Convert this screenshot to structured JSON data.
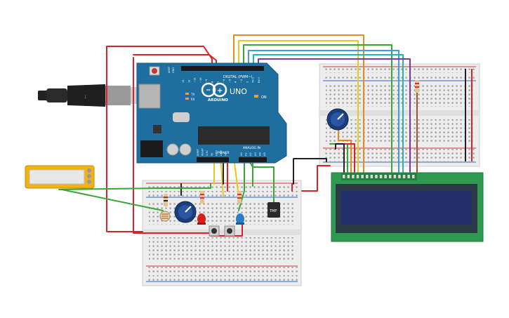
{
  "arduino": {
    "brand": "ARDUINO",
    "model": "UNO",
    "digital_label": "DIGITAL (PWM~)",
    "power_label": "POWER",
    "analog_label": "ANALOG IN",
    "on_label": "ON",
    "tx_label": "TX",
    "rx_label": "RX",
    "aref": "AREF",
    "gnd": "GND",
    "digital_pins": [
      "13",
      "12",
      "~11",
      "~10",
      "~9",
      "8",
      "7",
      "~6",
      "~5",
      "4",
      "~3",
      "2",
      "TX 1",
      "RX 0"
    ],
    "power_pins": [
      "IOREF",
      "RESET",
      "3.3V",
      "5V",
      "GND",
      "GND",
      "Vin"
    ],
    "analog_pins": [
      "A0",
      "A1",
      "A2",
      "A3",
      "A4",
      "A5"
    ]
  },
  "sensor": {
    "label": "TMP"
  },
  "colors": {
    "board_blue": "#1e6fa0",
    "wire_red": "#d9232a",
    "wire_black": "#2a2a2a",
    "wire_green": "#3aa63a",
    "wire_yellow": "#e8c81e",
    "wire_orange": "#e88a1e",
    "wire_blue": "#3a9ee0",
    "wire_purple": "#7a3aa0",
    "wire_teal": "#29b3b0",
    "pcb_green": "#2f9a4f",
    "lcd_screen": "#22306a",
    "breadboard": "#eeeeee"
  }
}
